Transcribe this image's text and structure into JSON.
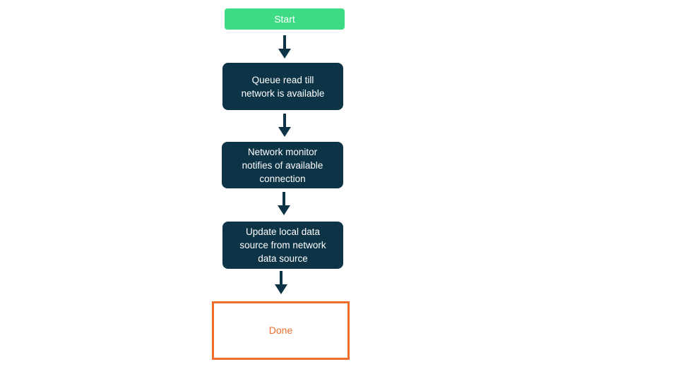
{
  "diagram": {
    "type": "flowchart",
    "direction": "top-down",
    "nodes": [
      {
        "id": "start",
        "type": "start",
        "label": "Start"
      },
      {
        "id": "queue-read",
        "type": "process",
        "label": "Queue read till\nnetwork is available"
      },
      {
        "id": "network-monitor",
        "type": "process",
        "label": "Network monitor\nnotifies of available\nconnection"
      },
      {
        "id": "update-local-data",
        "type": "process",
        "label": "Update local data\nsource from network\ndata source"
      },
      {
        "id": "done",
        "type": "end",
        "label": "Done"
      }
    ],
    "edges": [
      {
        "from": "start",
        "to": "queue-read",
        "style": "arrow-down"
      },
      {
        "from": "queue-read",
        "to": "network-monitor",
        "style": "arrow-down"
      },
      {
        "from": "network-monitor",
        "to": "update-local-data",
        "style": "arrow-down"
      },
      {
        "from": "update-local-data",
        "to": "done",
        "style": "arrow-down"
      }
    ],
    "colors": {
      "background": "#ffffff",
      "start_bg": "#3ddc84",
      "process_bg": "#0d3446",
      "arrow": "#0d3446",
      "end_border": "#ed6c2e",
      "end_text": "#ed6c2e",
      "node_text": "#ffffff"
    }
  }
}
